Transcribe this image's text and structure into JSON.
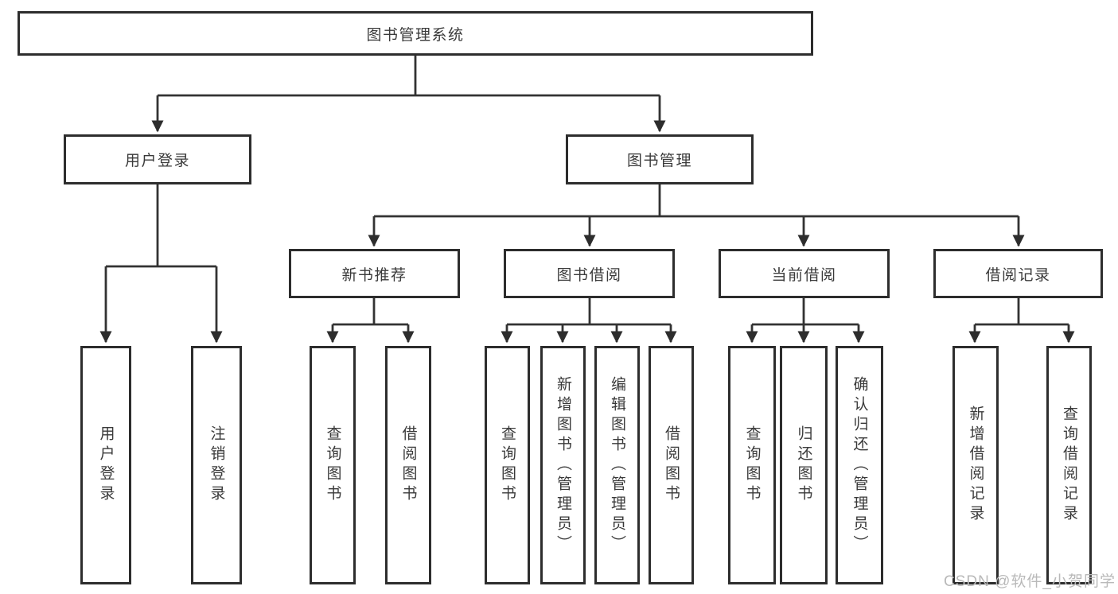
{
  "diagram": {
    "root": {
      "label": "图书管理系统"
    },
    "level2": {
      "login": {
        "label": "用户登录"
      },
      "management": {
        "label": "图书管理"
      }
    },
    "level3": {
      "recommend": {
        "label": "新书推荐"
      },
      "borrow": {
        "label": "图书借阅"
      },
      "current": {
        "label": "当前借阅"
      },
      "records": {
        "label": "借阅记录"
      }
    },
    "leaves": {
      "login": [
        "用户登录",
        "注销登录"
      ],
      "recommend": [
        "查询图书",
        "借阅图书"
      ],
      "borrow": [
        "查询图书",
        "新增图书（管理员）",
        "编辑图书（管理员）",
        "借阅图书"
      ],
      "current": [
        "查询图书",
        "归还图书",
        "确认归还（管理员）"
      ],
      "records": [
        "新增借阅记录",
        "查询借阅记录"
      ]
    }
  },
  "watermark": {
    "text": "CSDN @软件_小贺同学"
  },
  "colors": {
    "line": "#333333",
    "border": "#2d2d2d",
    "text": "#3a3a3a",
    "watermark": "#b9b9b9"
  }
}
